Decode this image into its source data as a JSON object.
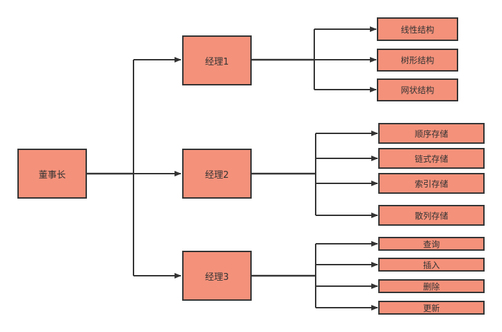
{
  "diagram": {
    "type": "org-tree",
    "colors": {
      "node_fill": "#f4917a",
      "node_border": "#333333",
      "edge": "#333333",
      "text": "#333333"
    },
    "root": {
      "label": "董事长"
    },
    "managers": [
      {
        "label": "经理1",
        "children": [
          "线性结构",
          "树形结构",
          "网状结构"
        ]
      },
      {
        "label": "经理2",
        "children": [
          "顺序存储",
          "链式存储",
          "索引存储",
          "散列存储"
        ]
      },
      {
        "label": "经理3",
        "children": [
          "查询",
          "插入",
          "删除",
          "更新"
        ]
      }
    ]
  }
}
